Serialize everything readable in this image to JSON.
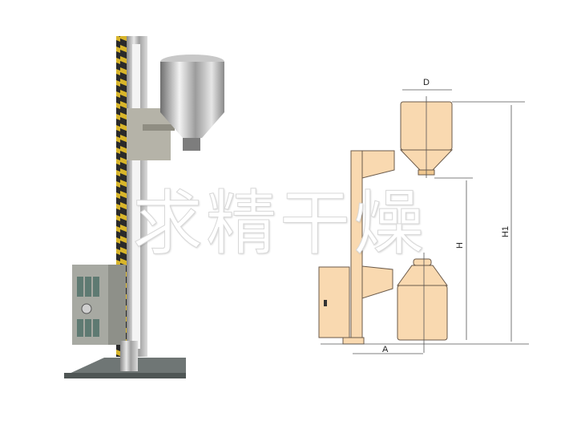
{
  "watermark": "求精干燥",
  "diagram": {
    "labels": {
      "D": "D",
      "H": "H",
      "H1": "H1",
      "A": "A"
    },
    "colors": {
      "fill": "#f9d9b0",
      "stroke": "#6b5a4a",
      "line": "#555555"
    }
  },
  "photo": {
    "subject": "stainless steel column lifting hopper machine",
    "colors": {
      "steel": "#b8b8b8",
      "stripe_yellow": "#d8b52a",
      "stripe_dark": "#2a2a2a",
      "base": "#6f7675"
    }
  }
}
